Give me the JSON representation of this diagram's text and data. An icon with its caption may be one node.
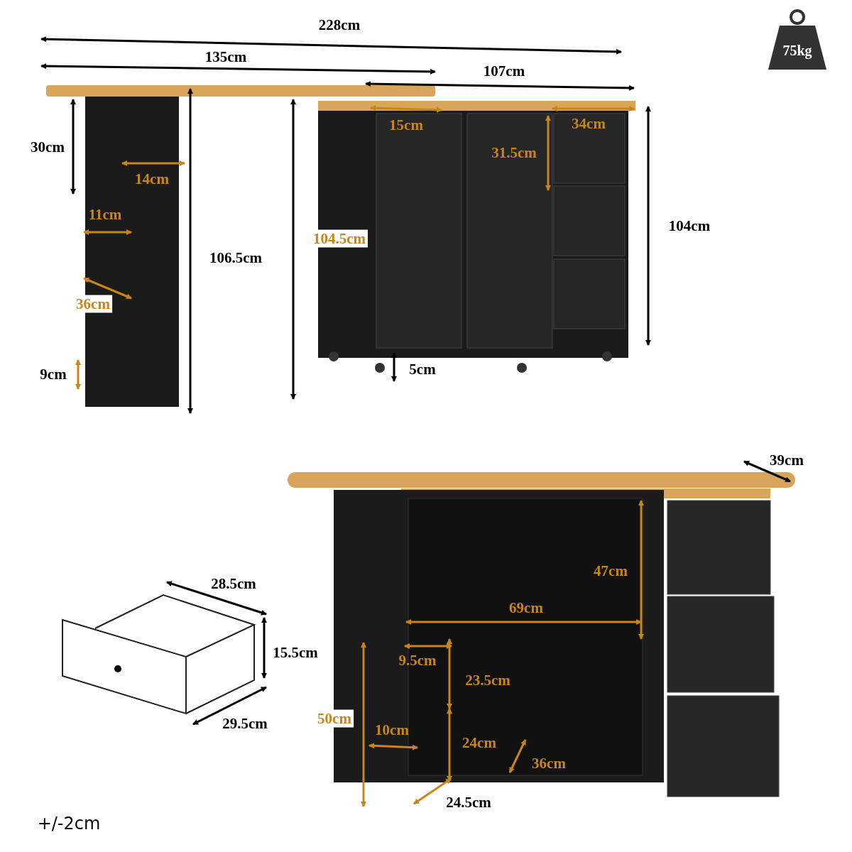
{
  "diagram": {
    "nodes": [
      {
        "text": [
          "75kg"
        ]
      }
    ],
    "labels": [
      "228cm",
      "135cm",
      "107cm",
      "30cm",
      "15cm",
      "34cm",
      "31.5cm",
      "14cm",
      "11cm",
      "104.5cm",
      "104cm",
      "106.5cm",
      "36cm",
      "9cm",
      "5cm",
      "39cm",
      "28.5cm",
      "47cm",
      "69cm",
      "15.5cm",
      "9.5cm",
      "23.5cm",
      "50cm",
      "10cm",
      "24cm",
      "36cm",
      "29.5cm",
      "24.5cm",
      "+/-2cm"
    ]
  }
}
